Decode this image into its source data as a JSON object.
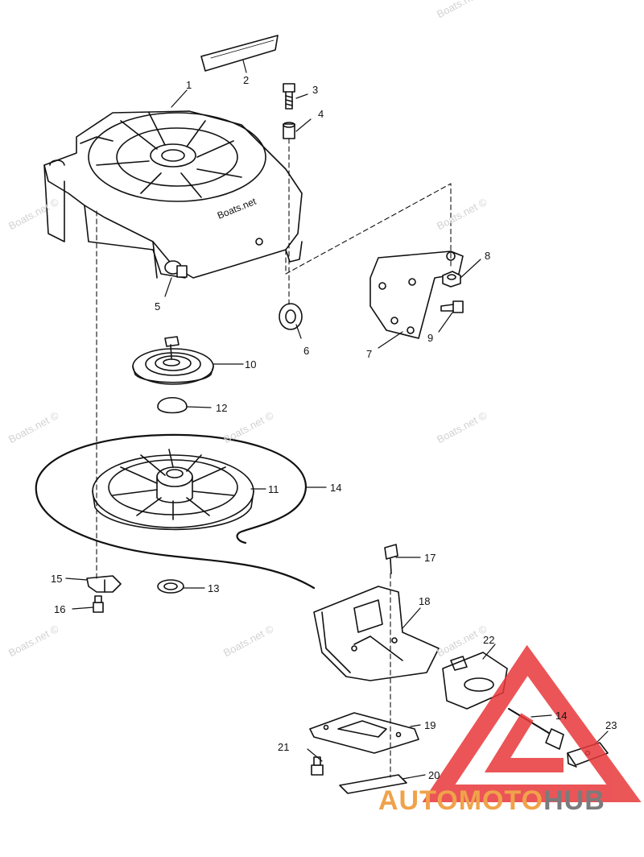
{
  "watermark_text": "Boats.net ©",
  "brand": {
    "part1": "AUTO",
    "part2": "MOTO",
    "part3": "HUB",
    "color_primary": "#f0a24a",
    "color_secondary": "#7b7b7b",
    "logo_color": "#e8383a"
  },
  "part_labels": [
    "1",
    "2",
    "3",
    "4",
    "5",
    "6",
    "7",
    "8",
    "9",
    "10",
    "11",
    "12",
    "13",
    "14",
    "15",
    "16",
    "17",
    "18",
    "14",
    "19",
    "20",
    "21",
    "22",
    "23"
  ],
  "logo_inner_text": "Boats.net"
}
